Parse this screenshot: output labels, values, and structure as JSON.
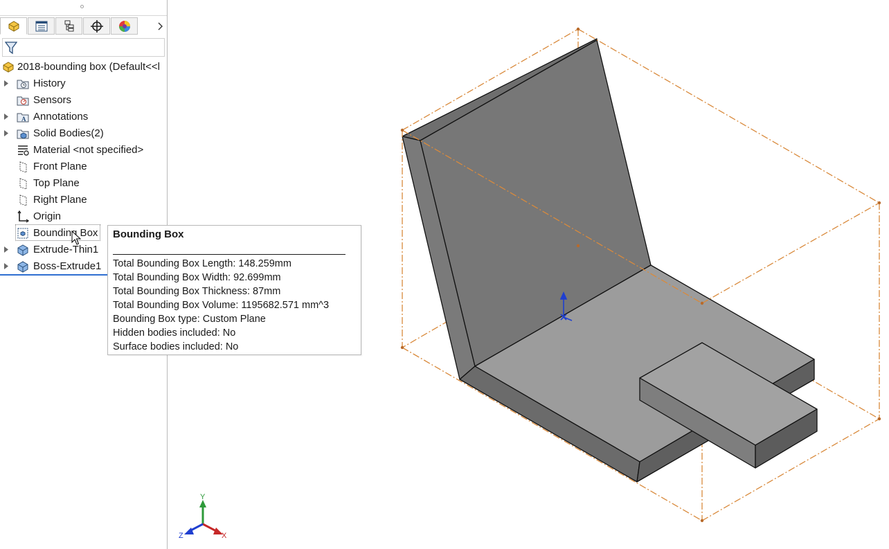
{
  "feature_tree": {
    "root_label": "2018-bounding box  (Default<<l",
    "items": [
      {
        "label": "History",
        "icon": "history-folder-icon",
        "expandable": true
      },
      {
        "label": "Sensors",
        "icon": "sensors-icon",
        "expandable": false
      },
      {
        "label": "Annotations",
        "icon": "annotations-icon",
        "expandable": true
      },
      {
        "label": "Solid Bodies(2)",
        "icon": "solid-bodies-icon",
        "expandable": true
      },
      {
        "label": "Material <not specified>",
        "icon": "material-icon",
        "expandable": false
      },
      {
        "label": "Front Plane",
        "icon": "plane-icon",
        "expandable": false
      },
      {
        "label": "Top Plane",
        "icon": "plane-icon",
        "expandable": false
      },
      {
        "label": "Right Plane",
        "icon": "plane-icon",
        "expandable": false
      },
      {
        "label": "Origin",
        "icon": "origin-icon",
        "expandable": false
      },
      {
        "label": "Bounding Box",
        "icon": "bounding-box-icon",
        "expandable": false,
        "selected": true
      },
      {
        "label": "Extrude-Thin1",
        "icon": "extrude-feature-icon",
        "expandable": true
      },
      {
        "label": "Boss-Extrude1",
        "icon": "extrude-feature-icon",
        "expandable": true
      }
    ]
  },
  "tabs": [
    {
      "name": "featuremanager-tab",
      "icon": "part-icon",
      "active": true
    },
    {
      "name": "propertymanager-tab",
      "icon": "property-manager-icon"
    },
    {
      "name": "configurationmanager-tab",
      "icon": "configuration-manager-icon"
    },
    {
      "name": "dimxpert-tab",
      "icon": "crosshair-icon"
    },
    {
      "name": "display-manager-tab",
      "icon": "appearance-sphere-icon"
    }
  ],
  "tooltip": {
    "title": "Bounding Box",
    "lines": [
      "Total Bounding Box Length: 148.259mm",
      "Total Bounding Box Width: 92.699mm",
      "Total Bounding Box Thickness: 87mm",
      "Total Bounding Box Volume: 1195682.571 mm^3",
      "Bounding Box type: Custom Plane",
      "Hidden bodies included: No",
      "Surface bodies included: No"
    ]
  },
  "triad": {
    "x_label": "X",
    "y_label": "Y",
    "z_label": "Z"
  },
  "colors": {
    "bounding_box_line": "#d98a3c",
    "model_face_light": "#9a9a9a",
    "model_face_mid": "#7e7e7e",
    "model_face_dark": "#666666",
    "selection_blue": "#2f6fd1"
  }
}
